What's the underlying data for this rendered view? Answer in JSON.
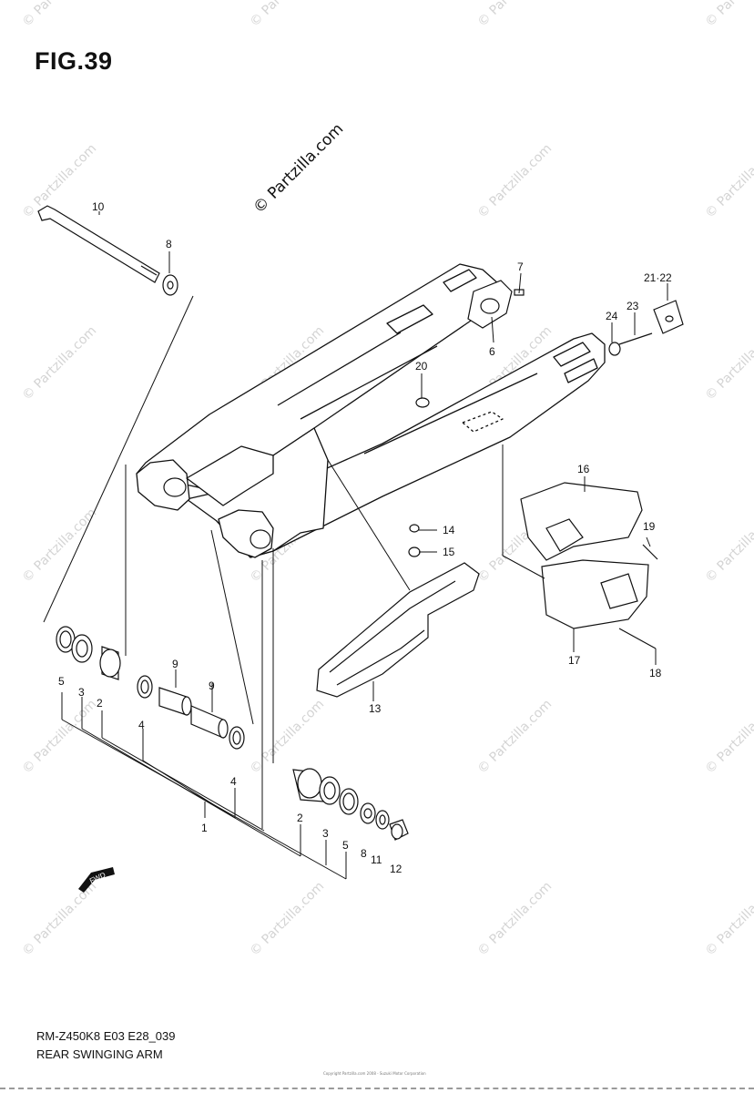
{
  "figure": {
    "title": "FIG.39",
    "model_code": "RM-Z450K8 E03 E28_039",
    "diagram_name": "REAR SWINGING ARM",
    "copyright_small": "Copyright Partzilla.com 2008 - Suzuki Motor Corporation",
    "watermark": "© Partzilla.com",
    "fwd_label": "FWD"
  },
  "callouts": [
    {
      "id": "c10",
      "label": "10"
    },
    {
      "id": "c8a",
      "label": "8"
    },
    {
      "id": "c7",
      "label": "7"
    },
    {
      "id": "c21",
      "label": "21·22"
    },
    {
      "id": "c23",
      "label": "23"
    },
    {
      "id": "c24",
      "label": "24"
    },
    {
      "id": "c6",
      "label": "6"
    },
    {
      "id": "c20",
      "label": "20"
    },
    {
      "id": "c16",
      "label": "16"
    },
    {
      "id": "c14",
      "label": "14"
    },
    {
      "id": "c15",
      "label": "15"
    },
    {
      "id": "c19",
      "label": "19"
    },
    {
      "id": "c17",
      "label": "17"
    },
    {
      "id": "c18",
      "label": "18"
    },
    {
      "id": "c13",
      "label": "13"
    },
    {
      "id": "c5a",
      "label": "5"
    },
    {
      "id": "c3a",
      "label": "3"
    },
    {
      "id": "c2a",
      "label": "2"
    },
    {
      "id": "c9a",
      "label": "9"
    },
    {
      "id": "c9b",
      "label": "9"
    },
    {
      "id": "c4a",
      "label": "4"
    },
    {
      "id": "c4b",
      "label": "4"
    },
    {
      "id": "c1",
      "label": "1"
    },
    {
      "id": "c2b",
      "label": "2"
    },
    {
      "id": "c3b",
      "label": "3"
    },
    {
      "id": "c5b",
      "label": "5"
    },
    {
      "id": "c8b",
      "label": "8"
    },
    {
      "id": "c11",
      "label": "11"
    },
    {
      "id": "c12",
      "label": "12"
    }
  ]
}
